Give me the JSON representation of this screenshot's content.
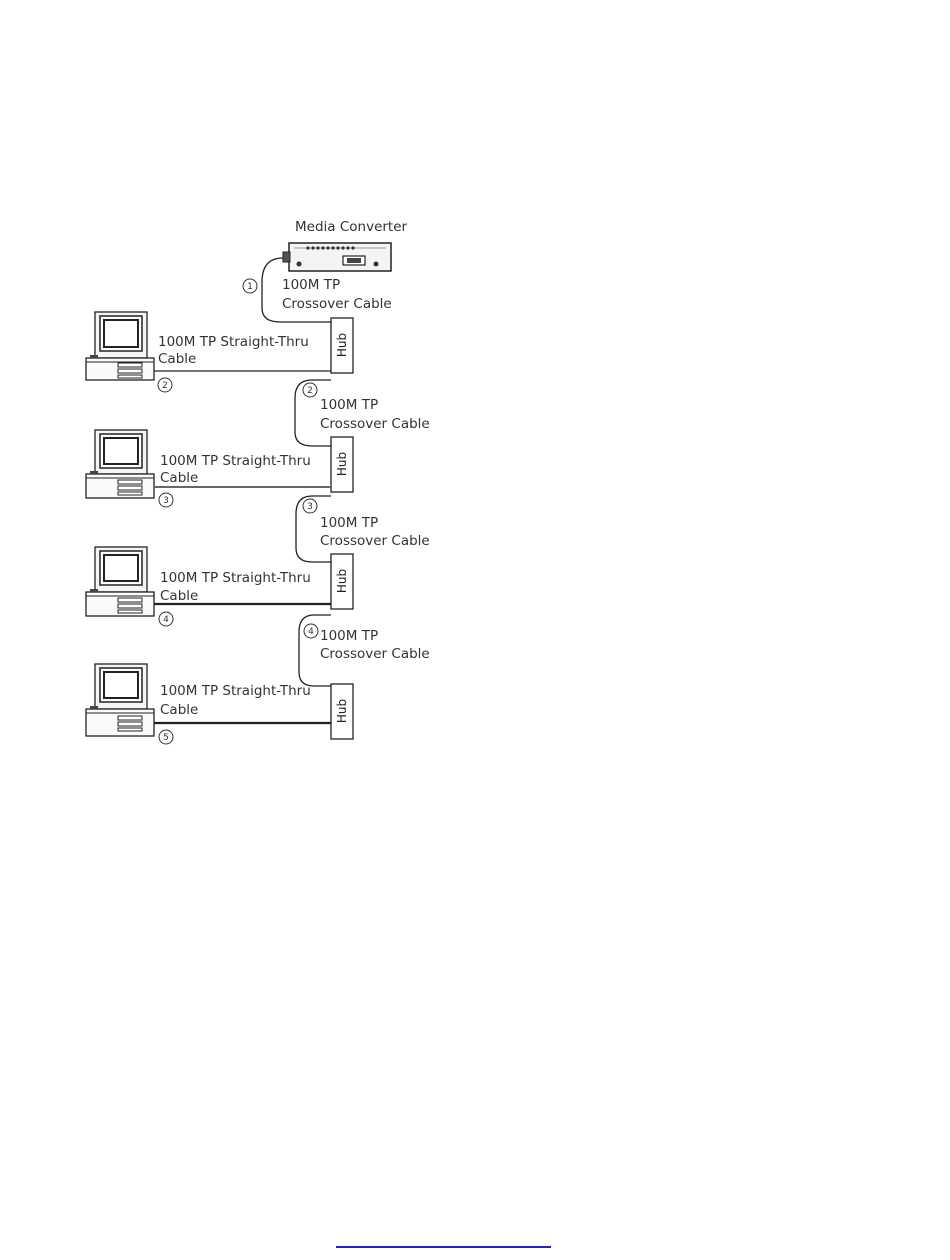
{
  "media_converter": {
    "title": "Media Converter"
  },
  "crossover": [
    {
      "number": "1",
      "line1": "100M TP",
      "line2": "Crossover Cable"
    },
    {
      "number": "2",
      "line1": "100M TP",
      "line2": "Crossover Cable"
    },
    {
      "number": "3",
      "line1": "100M TP",
      "line2": "Crossover Cable"
    },
    {
      "number": "4",
      "line1": "100M TP",
      "line2": "Crossover Cable"
    }
  ],
  "straight": [
    {
      "number": "2",
      "line1": "100M TP Straight-Thru",
      "line2": "Cable"
    },
    {
      "number": "3",
      "line1": "100M TP Straight-Thru",
      "line2": "Cable"
    },
    {
      "number": "4",
      "line1": "100M TP Straight-Thru",
      "line2": "Cable"
    },
    {
      "number": "5",
      "line1": "100M TP Straight-Thru",
      "line2": "Cable"
    }
  ],
  "hubs": [
    {
      "label": "Hub"
    },
    {
      "label": "Hub"
    },
    {
      "label": "Hub"
    },
    {
      "label": "Hub"
    }
  ]
}
